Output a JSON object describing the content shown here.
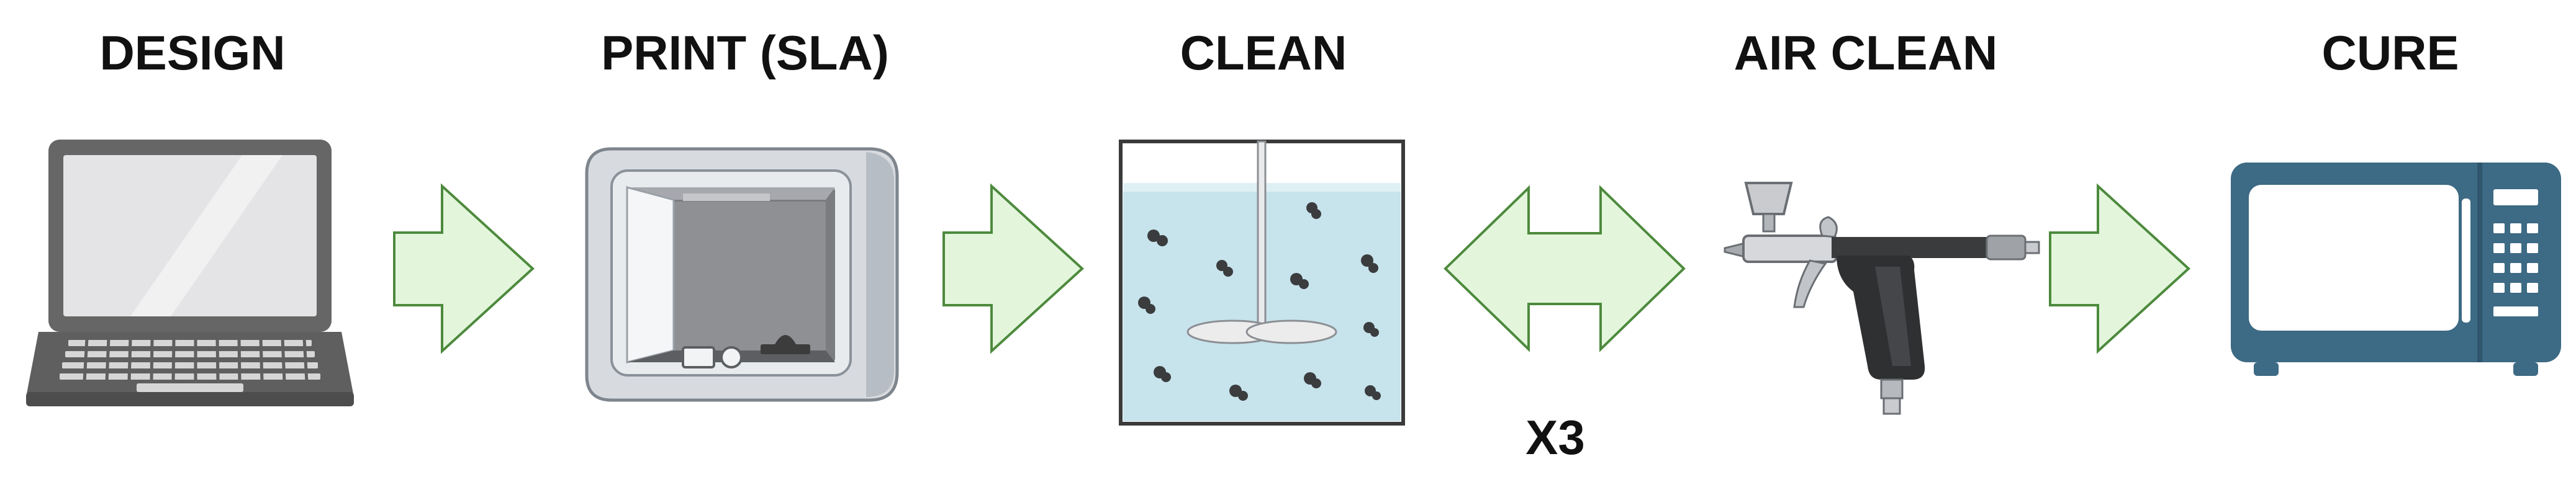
{
  "steps": [
    {
      "label": "DESIGN",
      "icon": "laptop-icon"
    },
    {
      "label": "PRINT (SLA)",
      "icon": "sla-3d-printer-icon"
    },
    {
      "label": "CLEAN",
      "icon": "stirred-tank-icon"
    },
    {
      "label": "AIR CLEAN",
      "icon": "airbrush-icon"
    },
    {
      "label": "CURE",
      "icon": "microwave-icon"
    }
  ],
  "connectors": [
    {
      "type": "right-arrow",
      "icon": "right-arrow-icon"
    },
    {
      "type": "right-arrow",
      "icon": "right-arrow-icon"
    },
    {
      "type": "double-arrow",
      "icon": "double-arrow-icon",
      "label": "X3"
    },
    {
      "type": "right-arrow",
      "icon": "right-arrow-icon"
    }
  ],
  "colors": {
    "arrow_fill": "#e3f6dc",
    "arrow_stroke": "#4d8a3d",
    "tank_liquid": "#bfe0ea",
    "microwave": "#3d6a84",
    "device_gray": "#6d6d6d",
    "text": "#111111"
  }
}
